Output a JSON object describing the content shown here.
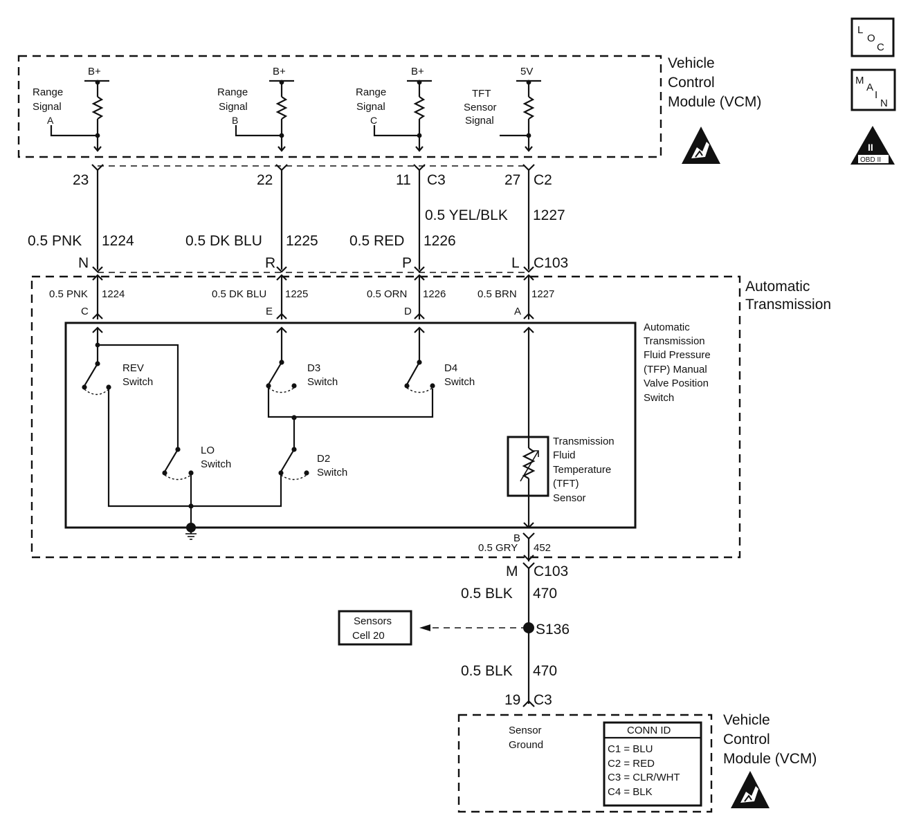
{
  "vcm_top": {
    "title": [
      "Vehicle",
      "Control",
      "Module (VCM)"
    ],
    "inputs": [
      {
        "supply": "B+",
        "label": [
          "Range",
          "Signal",
          "A"
        ]
      },
      {
        "supply": "B+",
        "label": [
          "Range",
          "Signal",
          "B"
        ]
      },
      {
        "supply": "B+",
        "label": [
          "Range",
          "Signal",
          "C"
        ]
      },
      {
        "supply": "5V",
        "label": [
          "TFT",
          "Sensor",
          "Signal"
        ]
      }
    ]
  },
  "icons": {
    "loc": [
      "L",
      "O",
      "C"
    ],
    "main": [
      "M",
      "A",
      "I",
      "N"
    ],
    "obd": [
      "II",
      "OBD II"
    ]
  },
  "upper_pins": [
    {
      "pin": "23",
      "connector": ""
    },
    {
      "pin": "22",
      "connector": ""
    },
    {
      "pin": "11",
      "connector": "C3"
    },
    {
      "pin": "27",
      "connector": "C2"
    }
  ],
  "wires_upper": [
    {
      "label": "0.5 PNK",
      "circuit": "1224"
    },
    {
      "label": "0.5 DK BLU",
      "circuit": "1225"
    },
    {
      "label": "0.5 RED",
      "circuit": "1226"
    },
    {
      "label": "0.5 YEL/BLK",
      "circuit": "1227"
    }
  ],
  "c103_pins_top": [
    "N",
    "R",
    "P",
    "L"
  ],
  "c103_label": "C103",
  "transmission": {
    "title": [
      "Automatic",
      "Transmission"
    ],
    "wires": [
      {
        "label": "0.5 PNK",
        "circuit": "1224",
        "terminal": "C"
      },
      {
        "label": "0.5 DK BLU",
        "circuit": "1225",
        "terminal": "E"
      },
      {
        "label": "0.5 ORN",
        "circuit": "1226",
        "terminal": "D"
      },
      {
        "label": "0.5 BRN",
        "circuit": "1227",
        "terminal": "A"
      }
    ],
    "switch_assembly": [
      "Automatic",
      "Transmission",
      "Fluid Pressure",
      "(TFP) Manual",
      "Valve Position",
      "Switch"
    ],
    "switches": {
      "rev": [
        "REV",
        "Switch"
      ],
      "d3": [
        "D3",
        "Switch"
      ],
      "d4": [
        "D4",
        "Switch"
      ],
      "lo": [
        "LO",
        "Switch"
      ],
      "d2": [
        "D2",
        "Switch"
      ]
    },
    "tft_sensor": [
      "Transmission",
      "Fluid",
      "Temperature",
      "(TFT)",
      "Sensor"
    ],
    "ground_terminal": "B",
    "ground_wire": {
      "label": "0.5 GRY",
      "circuit": "452"
    }
  },
  "lower": {
    "c103_pin": "M",
    "c103_label": "C103",
    "wire1": {
      "label": "0.5 BLK",
      "circuit": "470"
    },
    "splice": "S136",
    "ref_box": [
      "Sensors",
      "Cell 20"
    ],
    "wire2": {
      "label": "0.5 BLK",
      "circuit": "470"
    },
    "vcm_pin": "19",
    "vcm_connector": "C3"
  },
  "vcm_bottom": {
    "title": [
      "Vehicle",
      "Control",
      "Module (VCM)"
    ],
    "sensor_ground": [
      "Sensor",
      "Ground"
    ],
    "conn_id": {
      "header": "CONN ID",
      "rows": [
        "C1  =  BLU",
        "C2  =  RED",
        "C3  =  CLR/WHT",
        "C4  =  BLK"
      ]
    }
  }
}
